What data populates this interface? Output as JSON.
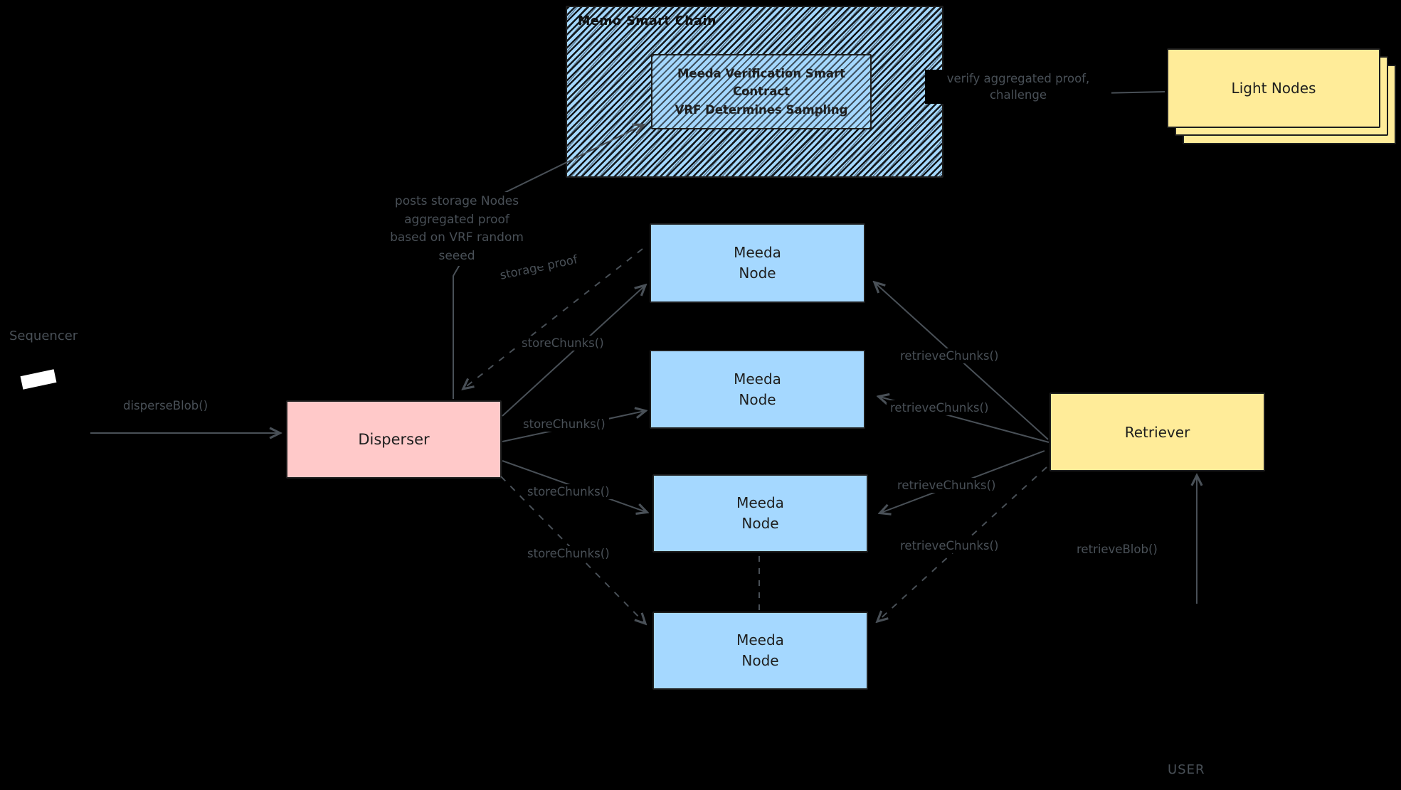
{
  "diagram": {
    "chain": {
      "title": "Memo Smart Chain",
      "contract_line1": "Meeda Verification Smart",
      "contract_line2": "Contract",
      "contract_line3": "VRF Determines Sampling"
    },
    "nodes": {
      "light_nodes": "Light Nodes",
      "disperser": "Disperser",
      "retriever": "Retriever",
      "meeda_line1": "Meeda",
      "meeda_line2": "Node"
    },
    "actors": {
      "sequencer": "Sequencer",
      "user": "USER"
    },
    "edge_labels": {
      "disperse_blob": "disperseBlob()",
      "store_chunks": "storeChunks()",
      "retrieve_chunks": "retrieveChunks()",
      "storage_proof": "storage proof",
      "retrieve_blob": "retrieveBlob()",
      "verify_line1": "verify aggregated proof,",
      "verify_line2": "challenge",
      "posts_line1": "posts storage Nodes",
      "posts_line2": "aggregated proof",
      "posts_line3": "based on VRF random",
      "posts_line4": "seeed"
    },
    "colors": {
      "background": "#000000",
      "meeda_node_fill": "#a5d8ff",
      "disperser_fill": "#ffc9c9",
      "retriever_fill": "#ffec99",
      "light_nodes_fill": "#ffec99",
      "chain_fill_hatched": "#a5d8ff",
      "box_stroke": "#1e1e1e",
      "line_and_label_gray": "#495057"
    }
  }
}
